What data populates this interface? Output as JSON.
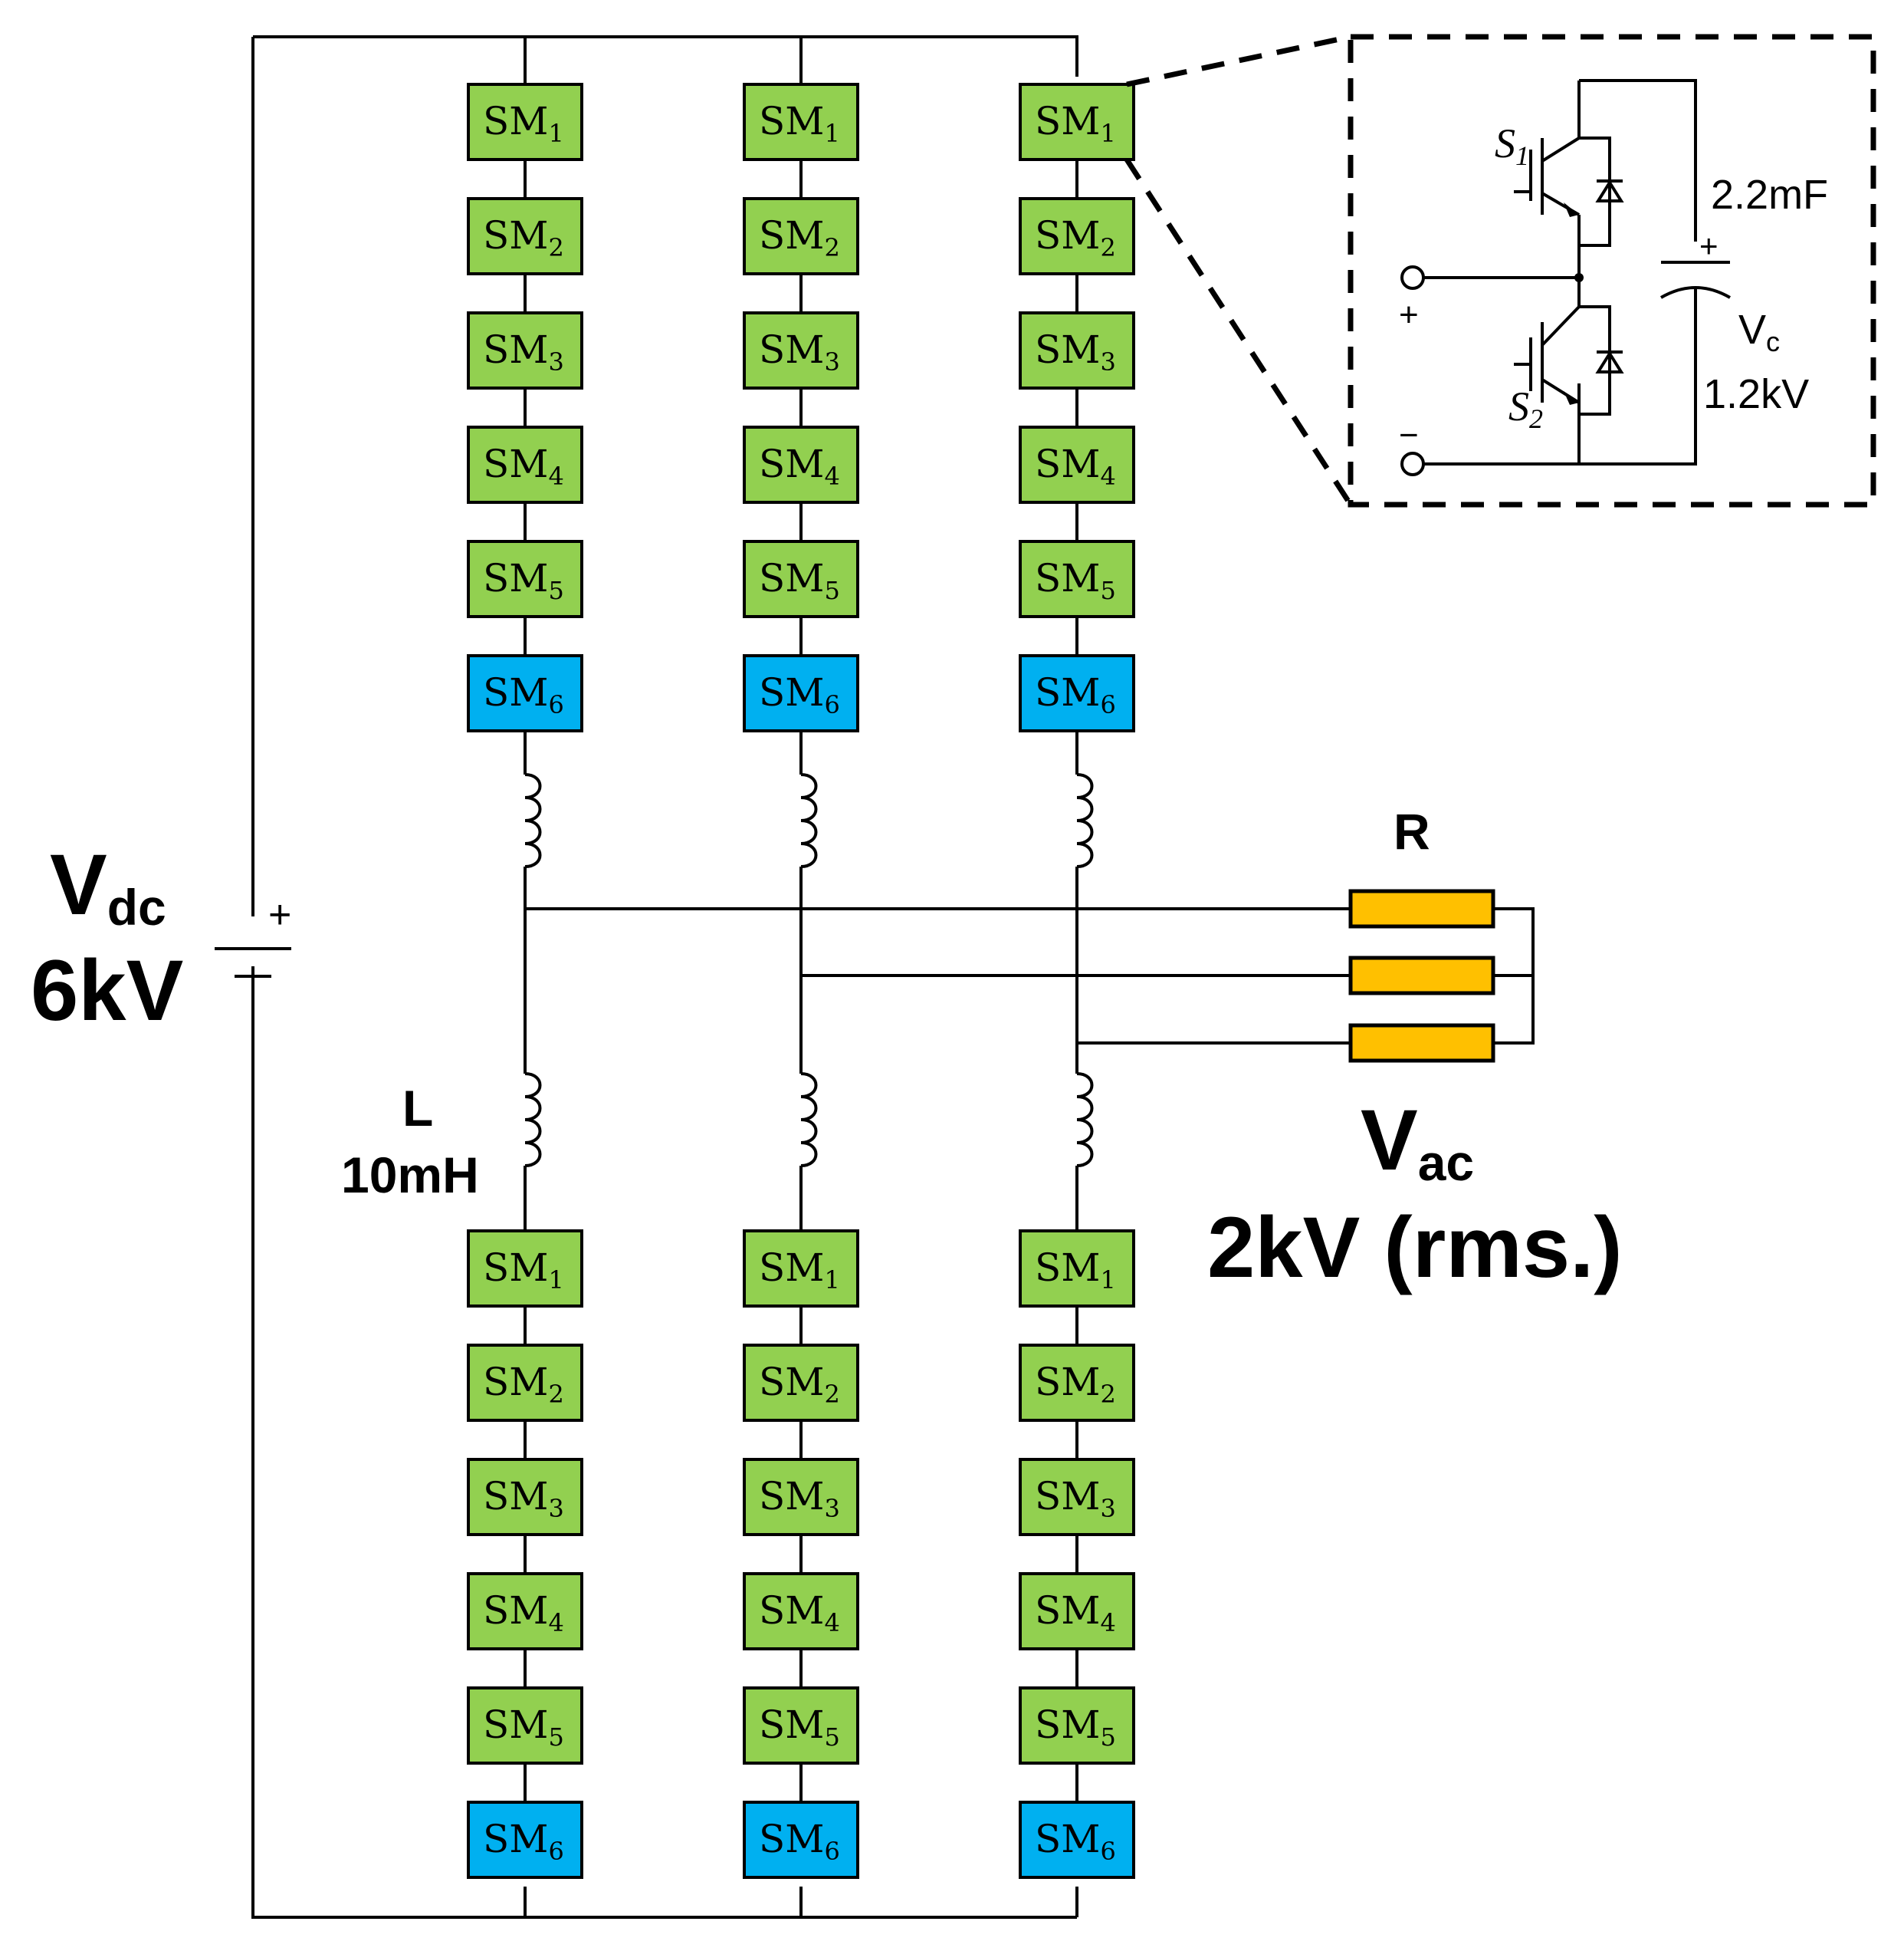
{
  "submodule": {
    "prefix": "SM",
    "indices": [
      "1",
      "2",
      "3",
      "4",
      "5",
      "6"
    ],
    "colors": {
      "normal": "#92d050",
      "spare": "#00b0f0"
    }
  },
  "dc_source": {
    "label_main": "V",
    "label_sub": "dc",
    "value": "6kV",
    "plus": "+"
  },
  "inductor": {
    "label": "L",
    "value": "10mH"
  },
  "load": {
    "label": "R",
    "color": "#ffc000",
    "vac_main": "V",
    "vac_sub": "ac",
    "vac_value": "2kV (rms.)"
  },
  "detail": {
    "switch1": {
      "main": "S",
      "sub": "1"
    },
    "switch2": {
      "main": "S",
      "sub": "2"
    },
    "capacitance": "2.2mF",
    "cap_plus": "+",
    "vc_main": "V",
    "vc_sub": "c",
    "vc_value": "1.2kV",
    "terminal_plus": "+",
    "terminal_minus": "−"
  }
}
